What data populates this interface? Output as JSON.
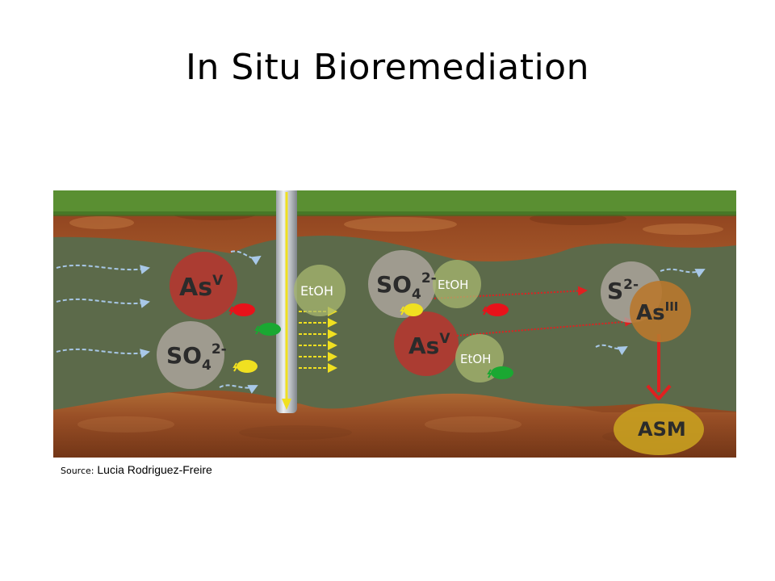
{
  "slide": {
    "title": "In Situ Bioremediation"
  },
  "diagram": {
    "labels": {
      "asv_left": "As",
      "asv_left_sup": "V",
      "so4_left": "SO",
      "so4_left_sub": "4",
      "so4_left_sup": "2-",
      "etoh_well": "EtOH",
      "so4_mid": "SO",
      "so4_mid_sub": "4",
      "so4_mid_sup": "2-",
      "etoh_mid_top": "EtOH",
      "asv_mid": "As",
      "asv_mid_sup": "V",
      "etoh_mid_bottom": "EtOH",
      "s2": "S",
      "s2_sup": "2-",
      "asiii": "As",
      "asiii_sup": "III",
      "asm": "ASM"
    },
    "colors": {
      "grass": "#5a8f32",
      "soil": "#a8552a",
      "aquifer": "#5c6a4a",
      "asv_bubble": "#b8342e",
      "so4_bubble": "#b0a8a0",
      "etoh_bubble": "#a8b870",
      "s2_bubble": "#b0a8a0",
      "asiii_bubble": "#b8782e",
      "asm_bubble": "#c8a020",
      "bacteria_red": "#e8121a",
      "bacteria_green": "#1aa832",
      "bacteria_yellow": "#f0e020",
      "flow_arrow": "#a8c8e8",
      "red_arrow": "#e02020",
      "yellow_arrow": "#f0e020"
    }
  },
  "source": {
    "prefix": "Source:",
    "name": "Lucia Rodriguez-Freire"
  }
}
